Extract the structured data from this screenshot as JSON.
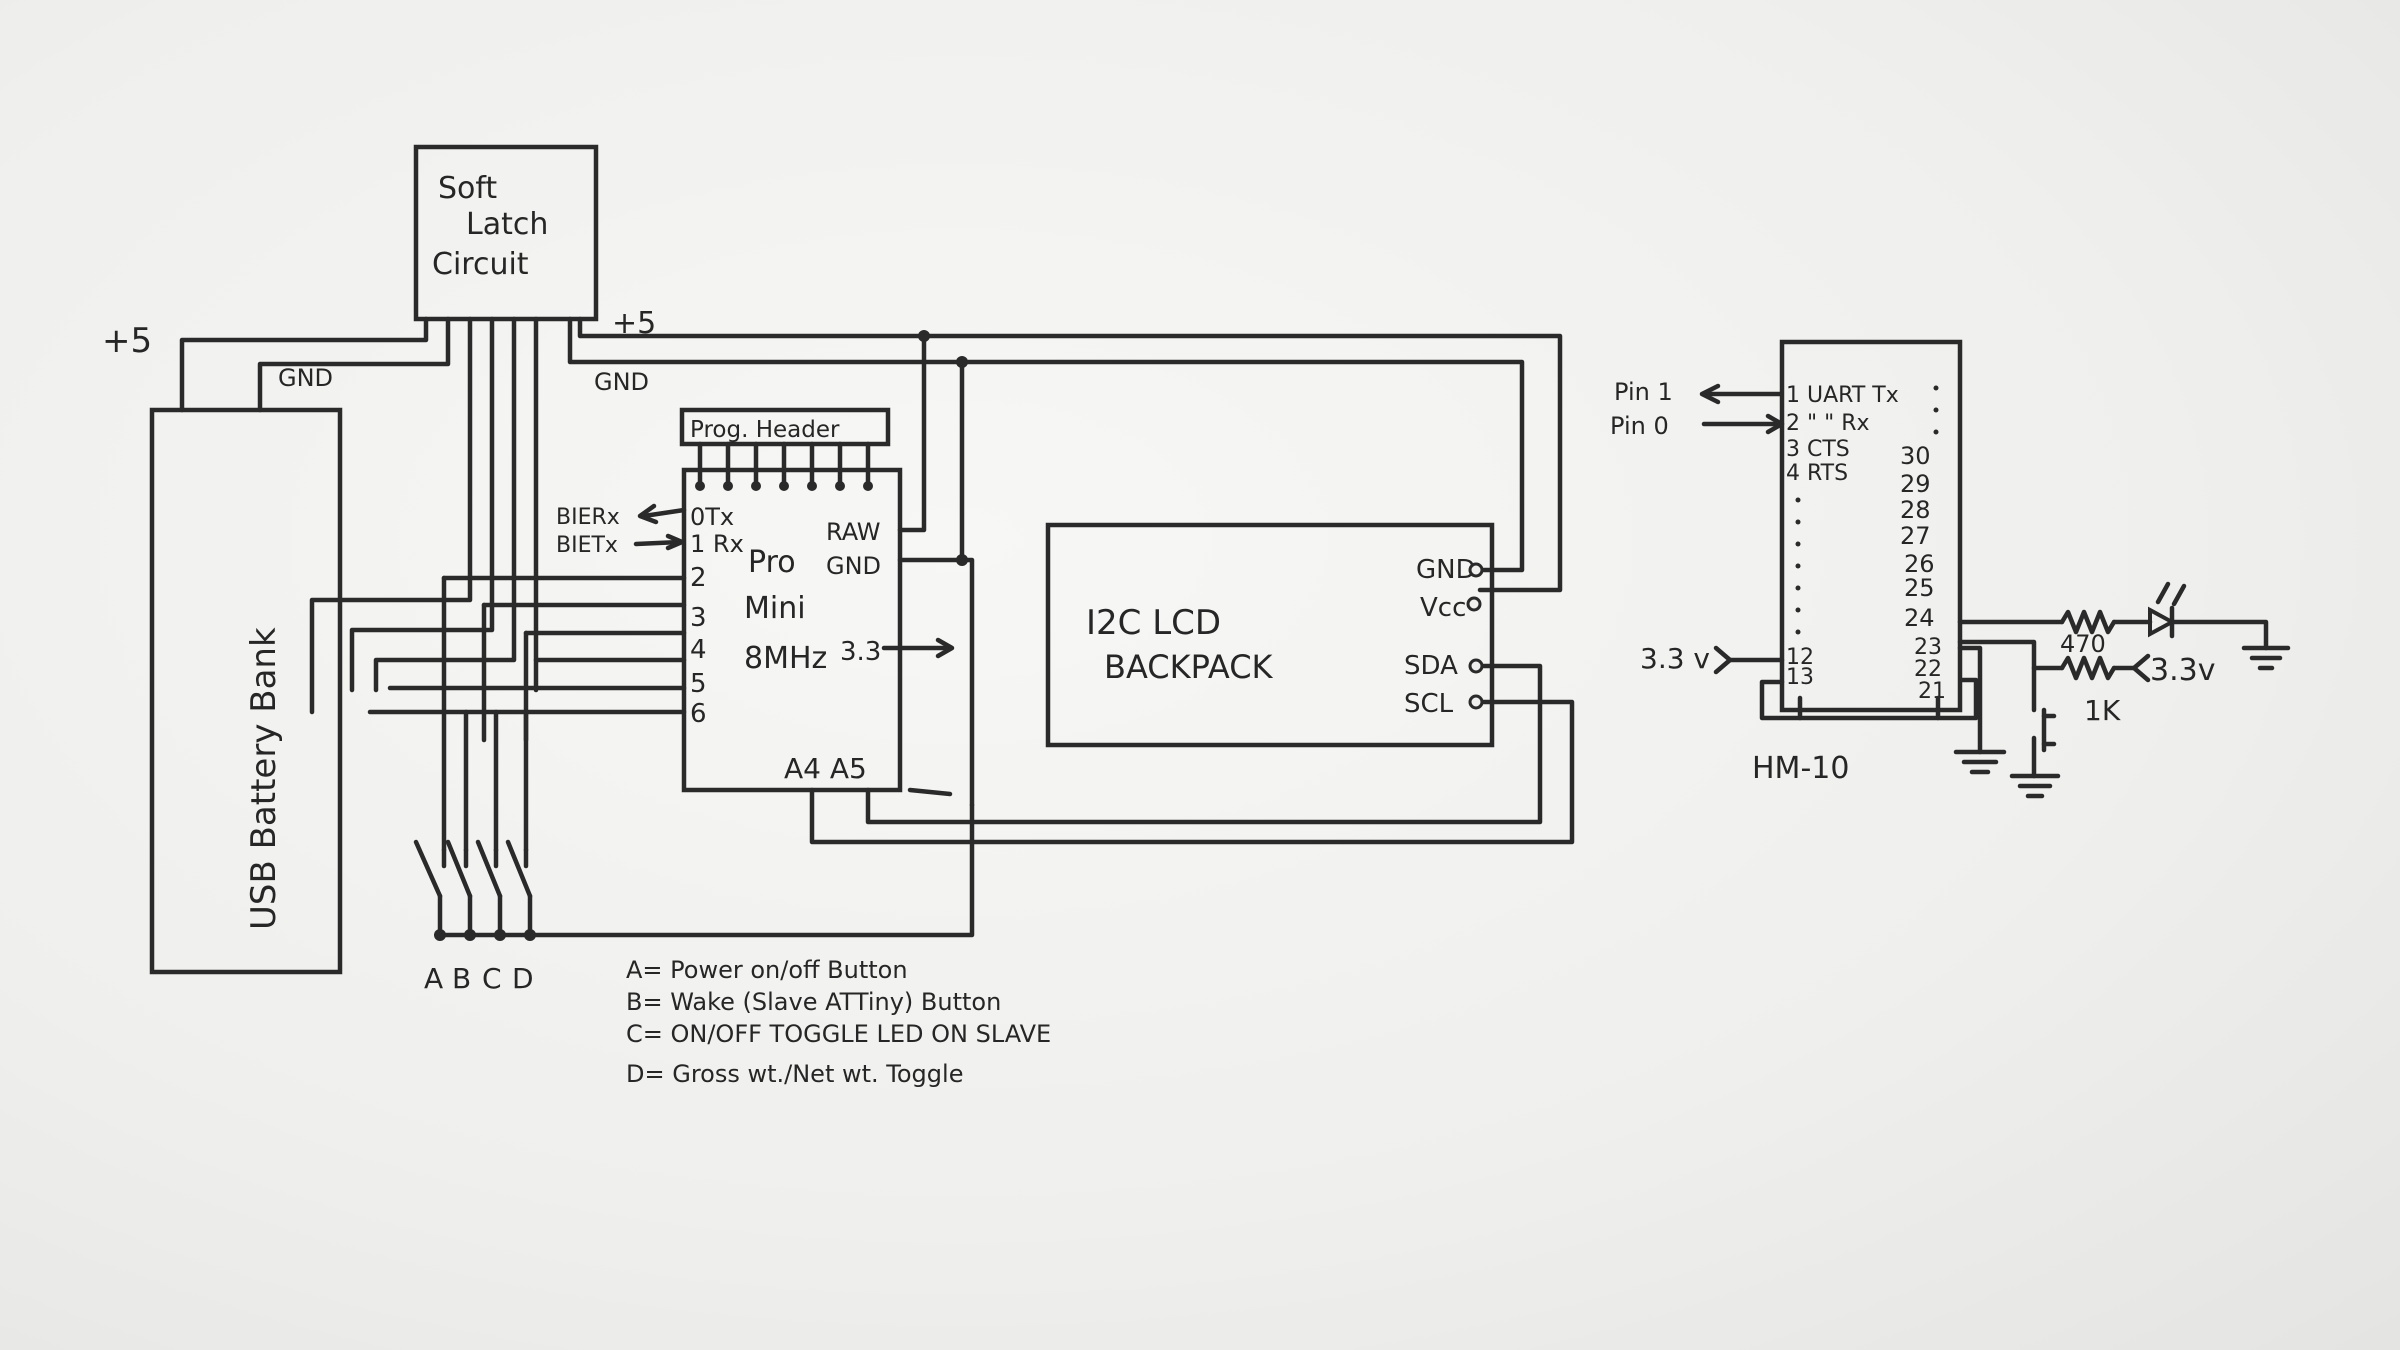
{
  "soft_latch": {
    "line1": "Soft",
    "line2": "Latch",
    "line3": "Circuit"
  },
  "power": {
    "plus5_left": "+5",
    "gnd_left": "GND",
    "plus5_top": "+5",
    "gnd_top": "GND"
  },
  "battery": {
    "label": "USB Battery Bank"
  },
  "prog_header": {
    "label": "Prog. Header"
  },
  "pro_mini": {
    "line1": "Pro",
    "line2": "Mini",
    "line3": "8MHz",
    "pins_left": [
      "0Tx",
      "1 Rx",
      "2",
      "3",
      "4",
      "5",
      "6"
    ],
    "raw": "RAW",
    "gnd": "GND",
    "v33": "3.3",
    "a4a5": "A4 A5",
    "bier": "BIERx",
    "biet": "BIETx"
  },
  "lcd": {
    "line1": "I2C LCD",
    "line2": "BACKPACK",
    "gnd": "GND",
    "vcc": "Vcc",
    "sda": "SDA",
    "scl": "SCL"
  },
  "buttons": {
    "letters": [
      "A",
      "B",
      "C",
      "D"
    ],
    "legend": [
      "A= Power on/off Button",
      "B= Wake (Slave ATTiny) Button",
      "C= ON/OFF TOGGLE LED ON SLAVE",
      "D= Gross wt./Net wt. Toggle"
    ]
  },
  "hm10": {
    "name": "HM-10",
    "pin1": "Pin 1",
    "pin0": "Pin 0",
    "left_pins": [
      "1 UART Tx",
      "2 \" \" Rx",
      "3 CTS",
      "4 RTS"
    ],
    "right_pins": [
      "30",
      "29",
      "28",
      "27",
      "26",
      "25",
      "24",
      "23",
      "22",
      "21"
    ],
    "pin12": "12",
    "pin13": "13",
    "v33_in": "3.3 v",
    "r470": "470",
    "r1k": "1K",
    "v33_out": "3.3v"
  }
}
